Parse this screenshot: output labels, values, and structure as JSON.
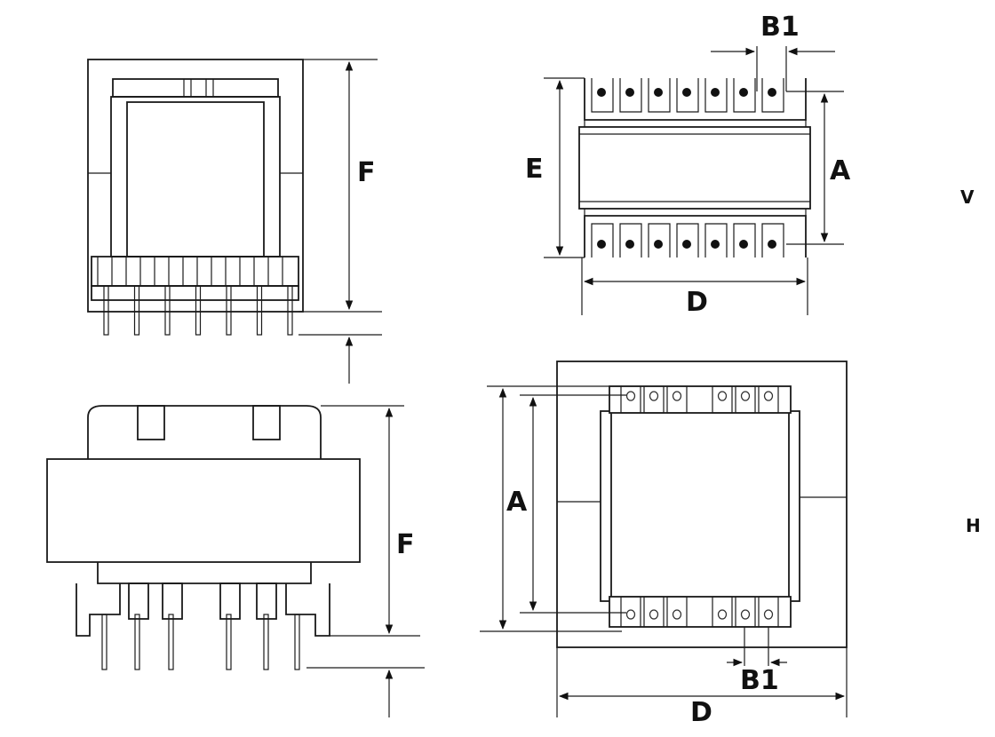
{
  "views": {
    "side_view": {
      "dim_height": "F"
    },
    "top_view": {
      "dim_width": "D",
      "dim_height_outer": "E",
      "dim_height_pins": "A",
      "dim_pitch": "B1"
    },
    "front_view": {
      "dim_height": "F"
    },
    "bottom_view": {
      "dim_width": "D",
      "dim_height_pins": "A",
      "dim_pitch": "B1"
    }
  },
  "orientation_labels": {
    "vertical": "V",
    "horizontal": "H"
  },
  "pins_per_row": 7,
  "colors": {
    "line": "#1a1a1a",
    "background": "#ffffff"
  }
}
